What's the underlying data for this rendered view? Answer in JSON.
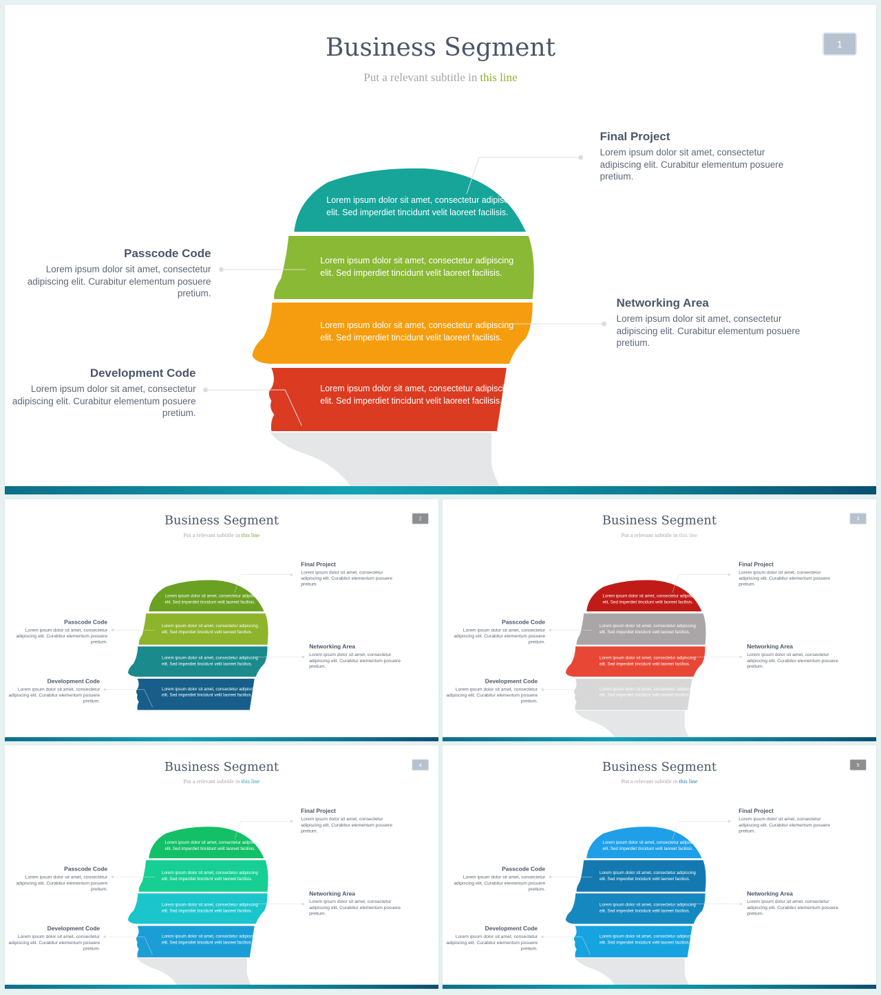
{
  "slides": [
    {
      "title": "Business Segment",
      "subtitle_prefix": "Put a relevant subtitle in",
      "subtitle_highlight": "this line",
      "page": "1",
      "colors": {
        "accent": "#8db22e",
        "seg1": "#17a59a",
        "seg2": "#8ab935",
        "seg3": "#f59d0e",
        "seg4": "#db3b21",
        "neck": "#e5e6e8",
        "badge": "#b6c2d0"
      }
    },
    {
      "title": "Business Segment",
      "subtitle_prefix": "Put a relevant subtitle in",
      "subtitle_highlight": "this line",
      "page": "2",
      "colors": {
        "accent": "#79a72b",
        "seg1": "#6aa123",
        "seg2": "#8db42b",
        "seg3": "#1b8a8d",
        "seg4": "#175f8a",
        "neck": "#ffffff",
        "badge": "#8e8e8e"
      }
    },
    {
      "title": "Business Segment",
      "subtitle_prefix": "Put a relevant subtitle in",
      "subtitle_highlight": "this line",
      "page": "3",
      "colors": {
        "accent": "#b8b8b8",
        "seg1": "#c11b18",
        "seg2": "#aaa6a7",
        "seg3": "#e84736",
        "seg4": "#d7d7d7",
        "neck": "#e5e6e8",
        "badge": "#b6c2d0"
      }
    },
    {
      "title": "Business Segment",
      "subtitle_prefix": "Put a relevant subtitle in",
      "subtitle_highlight": "this line",
      "page": "4",
      "colors": {
        "accent": "#2aa8b0",
        "seg1": "#13c067",
        "seg2": "#17cf93",
        "seg3": "#1bc5cc",
        "seg4": "#1b9ed6",
        "neck": "#e5e6e8",
        "badge": "#b6c2d0"
      }
    },
    {
      "title": "Business Segment",
      "subtitle_prefix": "Put a relevant subtitle in",
      "subtitle_highlight": "this line",
      "page": "5",
      "colors": {
        "accent": "#1d7ab0",
        "seg1": "#1e9fe8",
        "seg2": "#1379b0",
        "seg3": "#1688c0",
        "seg4": "#16a3df",
        "neck": "#e5e6e8",
        "badge": "#8e8e8e"
      }
    }
  ],
  "segment_text": "Lorem ipsum dolor sit amet, consectetur adipiscing elit. Sed imperdiet tincidunt velit laoreet facilisis.",
  "blocks": {
    "final_project": {
      "title": "Final Project",
      "body": "Lorem ipsum dolor sit amet, consectetur adipiscing elit. Curabitur elementum posuere pretium."
    },
    "networking_area": {
      "title": "Networking Area",
      "body": "Lorem ipsum dolor sit amet, consectetur adipiscing elit. Curabitur elementum posuere pretium."
    },
    "passcode_code": {
      "title": "Passcode Code",
      "body": "Lorem ipsum dolor sit amet, consectetur adipiscing elit. Curabitur elementum posuere pretium."
    },
    "development_code": {
      "title": "Development Code",
      "body": "Lorem ipsum dolor sit amet, consectetur adipiscing elit. Curabitur elementum posuere pretium."
    }
  }
}
